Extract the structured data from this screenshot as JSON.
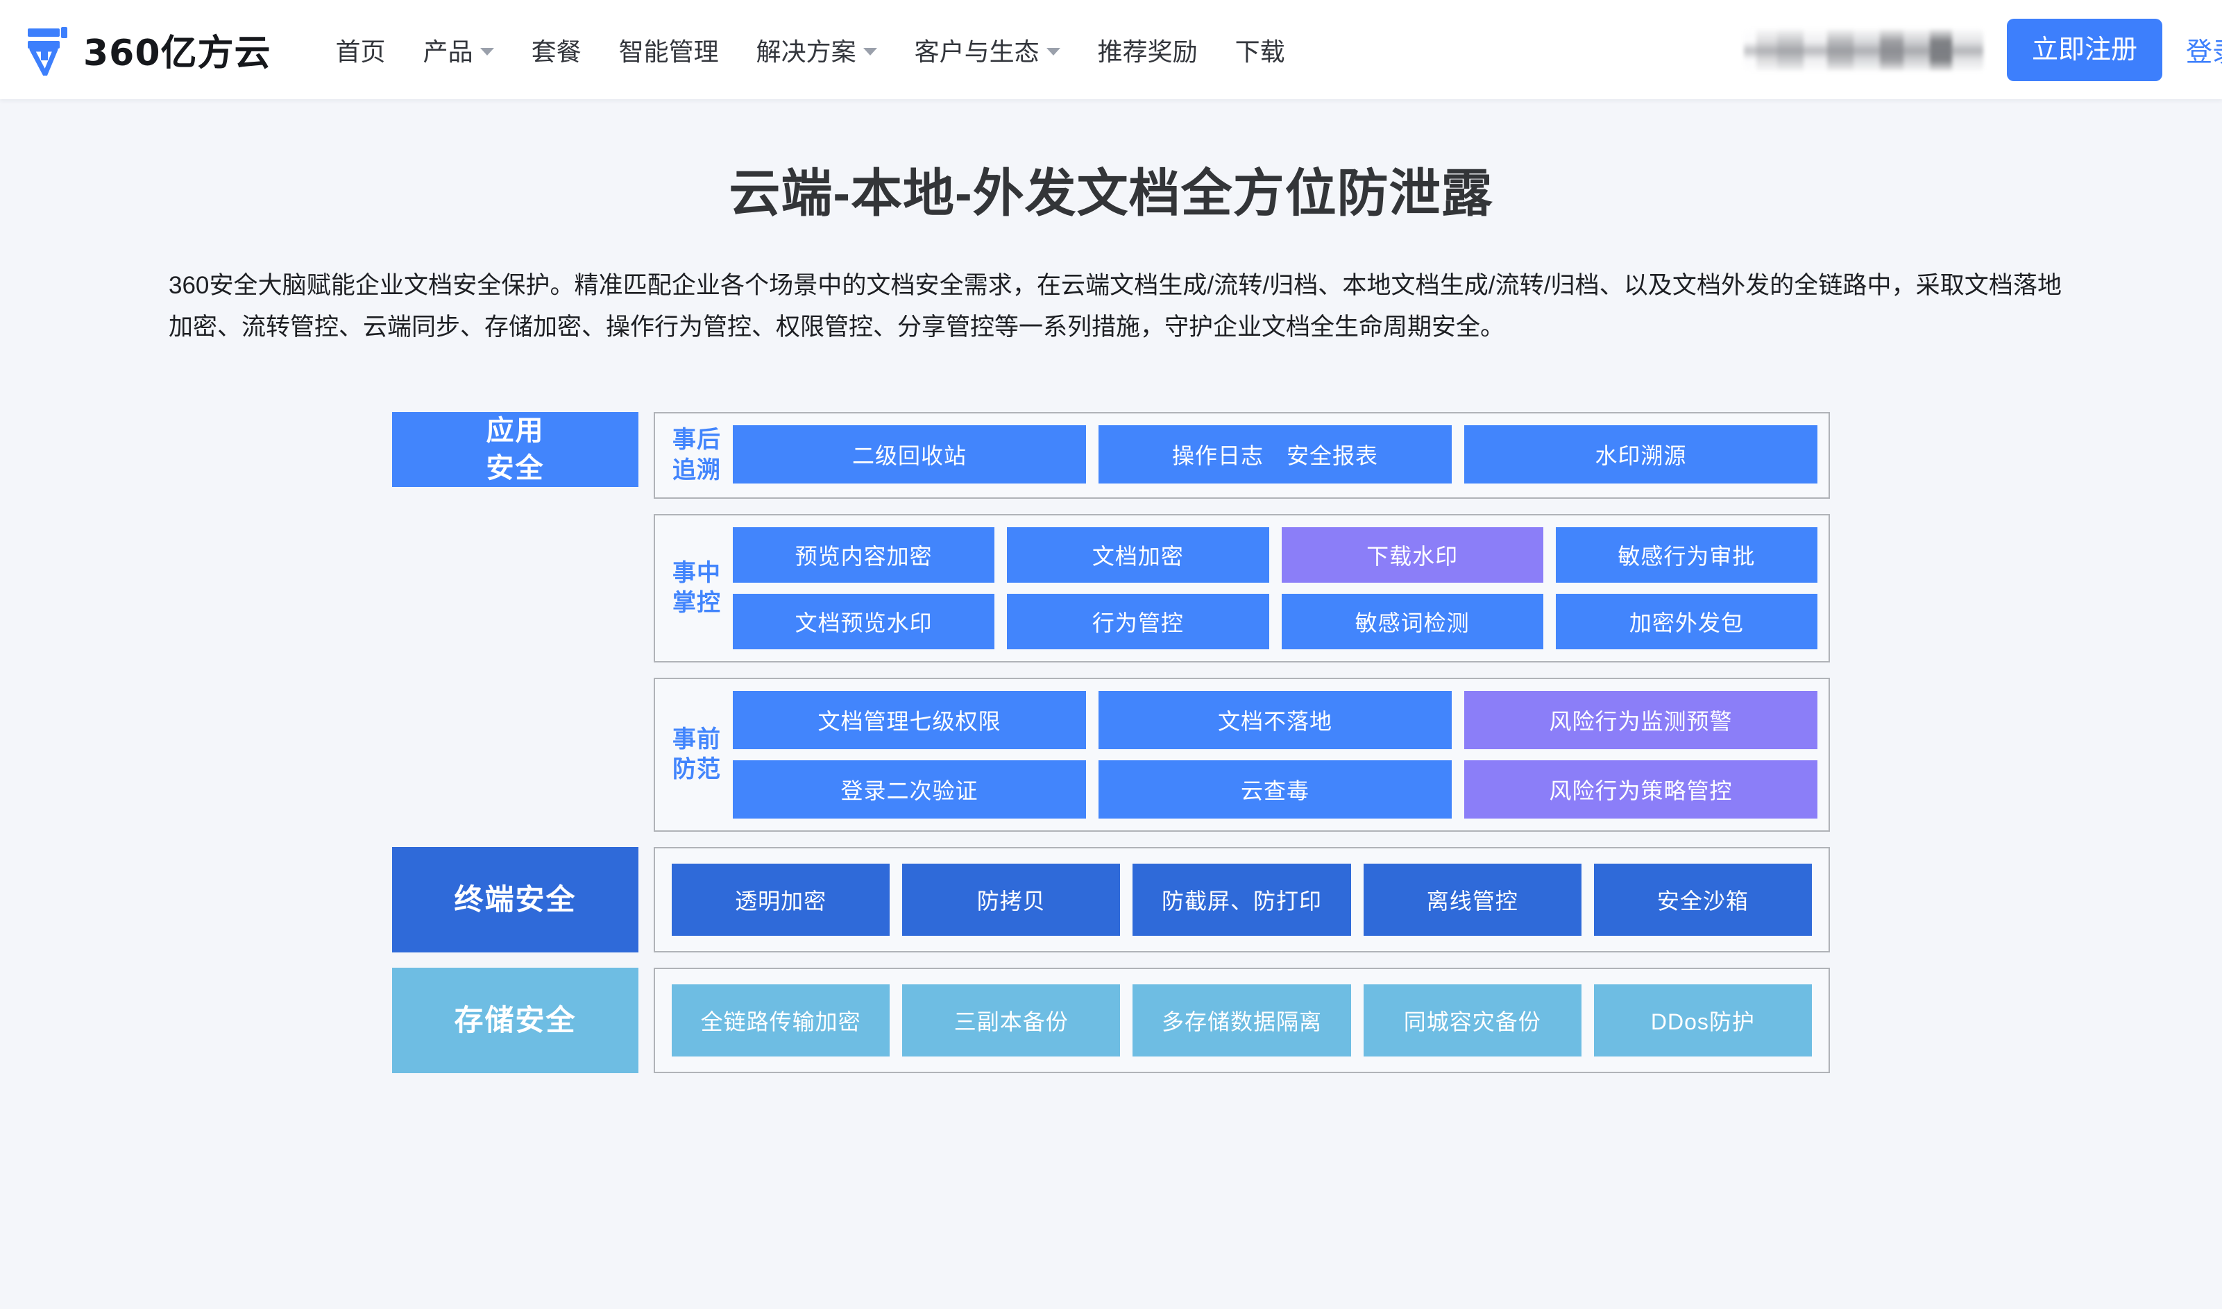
{
  "header": {
    "brand_name": "360亿方云",
    "brand_logo_icon": "yifangyun-logo-icon",
    "nav": [
      {
        "label": "首页",
        "has_dropdown": false
      },
      {
        "label": "产品",
        "has_dropdown": true
      },
      {
        "label": "套餐",
        "has_dropdown": false
      },
      {
        "label": "智能管理",
        "has_dropdown": false
      },
      {
        "label": "解决方案",
        "has_dropdown": true
      },
      {
        "label": "客户与生态",
        "has_dropdown": true
      },
      {
        "label": "推荐奖励",
        "has_dropdown": false
      },
      {
        "label": "下载",
        "has_dropdown": false
      }
    ],
    "signup_label": "立即注册",
    "login_label": "登录",
    "accent_color": "#3d7ffc"
  },
  "hero": {
    "title": "云端-本地-外发文档全方位防泄露",
    "description": "360安全大脑赋能企业文档安全保护。精准匹配企业各个场景中的文档安全需求，在云端文档生成/流转/归档、本地文档生成/流转/归档、以及文档外发的全链路中，采取文档落地加密、流转管控、云端同步、存储加密、操作行为管控、权限管控、分享管控等一系列措施，守护企业文档全生命周期安全。"
  },
  "matrix": {
    "colors": {
      "blue": "#4285fc",
      "purple": "#8b7ef8",
      "dark_blue": "#2f6ad9",
      "light_blue": "#6ebde3",
      "box_border": "#b0b3b8",
      "box_bg": "#f7f9fc"
    },
    "application_security": {
      "label": "应用\n安全",
      "label_line1": "应用",
      "label_line2": "安全",
      "stages": [
        {
          "stage_label_line1": "事后",
          "stage_label_line2": "追溯",
          "rows": [
            [
              {
                "label": "二级回收站",
                "color": "blue"
              },
              {
                "label": "操作日志　安全报表",
                "color": "blue"
              },
              {
                "label": "水印溯源",
                "color": "blue"
              }
            ]
          ]
        },
        {
          "stage_label_line1": "事中",
          "stage_label_line2": "掌控",
          "rows": [
            [
              {
                "label": "预览内容加密",
                "color": "blue"
              },
              {
                "label": "文档加密",
                "color": "blue"
              },
              {
                "label": "下载水印",
                "color": "purple"
              },
              {
                "label": "敏感行为审批",
                "color": "blue"
              }
            ],
            [
              {
                "label": "文档预览水印",
                "color": "blue"
              },
              {
                "label": "行为管控",
                "color": "blue"
              },
              {
                "label": "敏感词检测",
                "color": "blue"
              },
              {
                "label": "加密外发包",
                "color": "blue"
              }
            ]
          ]
        },
        {
          "stage_label_line1": "事前",
          "stage_label_line2": "防范",
          "rows": [
            [
              {
                "label": "文档管理七级权限",
                "color": "blue"
              },
              {
                "label": "文档不落地",
                "color": "blue"
              },
              {
                "label": "风险行为监测预警",
                "color": "purple"
              }
            ],
            [
              {
                "label": "登录二次验证",
                "color": "blue"
              },
              {
                "label": "云查毒",
                "color": "blue"
              },
              {
                "label": "风险行为策略管控",
                "color": "purple"
              }
            ]
          ]
        }
      ]
    },
    "terminal_security": {
      "label": "终端安全",
      "cells": [
        {
          "label": "透明加密",
          "color": "dblue"
        },
        {
          "label": "防拷贝",
          "color": "dblue"
        },
        {
          "label": "防截屏、防打印",
          "color": "dblue"
        },
        {
          "label": "离线管控",
          "color": "dblue"
        },
        {
          "label": "安全沙箱",
          "color": "dblue"
        }
      ]
    },
    "storage_security": {
      "label": "存储安全",
      "cells": [
        {
          "label": "全链路传输加密",
          "color": "lblue"
        },
        {
          "label": "三副本备份",
          "color": "lblue"
        },
        {
          "label": "多存储数据隔离",
          "color": "lblue"
        },
        {
          "label": "同城容灾备份",
          "color": "lblue"
        },
        {
          "label": "DDos防护",
          "color": "lblue"
        }
      ]
    }
  }
}
